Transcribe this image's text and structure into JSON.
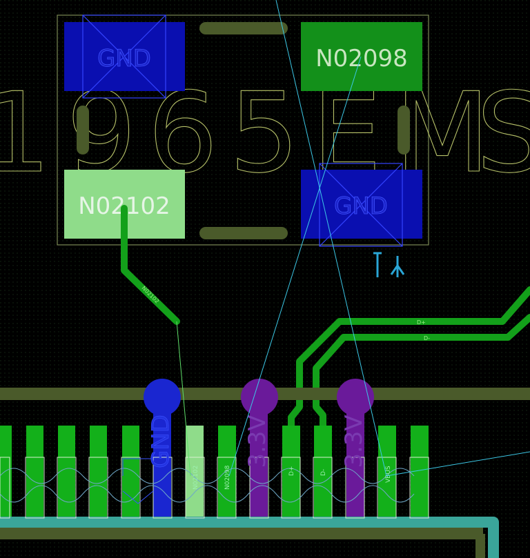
{
  "colors": {
    "background": "#000000",
    "board_grid": "#1b2a1b",
    "copper_top": "#13901a",
    "copper_top_light": "#8fdc8a",
    "gnd_pad": "#0a0fb0",
    "purple_via": "#6a1a9a",
    "ratsnest": "#3cc8e6",
    "silkscreen": "#b9c46a",
    "courtyard": "#7c8a55"
  },
  "component": {
    "silkscreen_text": [
      "1",
      "9",
      "6",
      "5",
      "E",
      "M",
      "S"
    ],
    "pads": [
      {
        "label": "GND",
        "net": "gnd"
      },
      {
        "label": "N02098",
        "net": "n02098"
      },
      {
        "label": "N02102",
        "net": "n02102"
      },
      {
        "label": "GND",
        "net": "gnd"
      }
    ],
    "ref_glyph": "ꟷY"
  },
  "traces": {
    "n02102_label": "N02102",
    "dplus_label": "D+",
    "dminus_label": "D-"
  },
  "connector": {
    "pin_labels": [
      "GND",
      "N02102",
      "N02098",
      "3.3V",
      "D+",
      "D-",
      "3.3V",
      "VBUS"
    ]
  },
  "icons": {
    "pad_cross": "x-mark-icon",
    "ref_marker": "ref-designator-icon"
  }
}
